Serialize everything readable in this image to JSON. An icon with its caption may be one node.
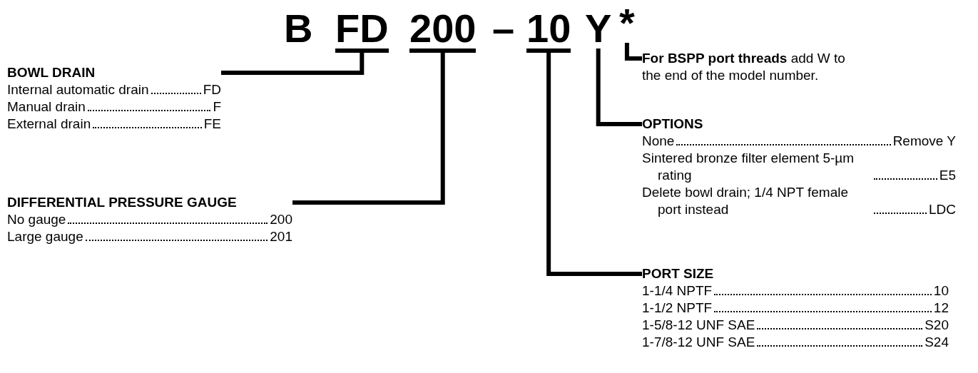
{
  "diagram": {
    "nodes": [
      {
        "text": [
          "FD"
        ]
      },
      {
        "text": [
          "200"
        ]
      },
      {
        "text": [
          "10"
        ]
      },
      {
        "text": [
          "Y"
        ]
      },
      {
        "text": [
          "*"
        ]
      },
      {
        "text": [
          "BOWL DRAIN",
          "Internal automatic drain",
          "FD",
          "Manual drain",
          "F",
          "External drain",
          "FE"
        ]
      },
      {
        "text": [
          "**For BSPP port threads** add W to the end of the model number."
        ]
      },
      {
        "text": [
          "OPTIONS",
          "None",
          "Remove Y",
          "Sintered bronze filter element 5-µm rating",
          "E5",
          "Delete bowl drain; 1/4 NPT female port instead",
          "LDC"
        ]
      },
      {
        "text": [
          "DIFFERENTIAL PRESSURE GAUGE",
          "No gauge",
          "200",
          "Large gauge",
          "201"
        ]
      },
      {
        "text": [
          "PORT SIZE",
          "1-1/4 NPTF",
          "10",
          "1-1/2 NPTF",
          "12",
          "1-5/8-12 UNF SAE",
          "S20",
          "1-7/8-12 UNF SAE",
          "S24"
        ]
      }
    ],
    "edges": [
      {
        "from": 0,
        "to": 5,
        "arrow": "none"
      },
      {
        "from": 1,
        "to": 8,
        "arrow": "none"
      },
      {
        "from": 2,
        "to": 9,
        "arrow": "none"
      },
      {
        "from": 3,
        "to": 7,
        "arrow": "none"
      },
      {
        "from": 4,
        "to": 6,
        "arrow": "none"
      }
    ],
    "labels": [
      "B",
      "–"
    ]
  }
}
